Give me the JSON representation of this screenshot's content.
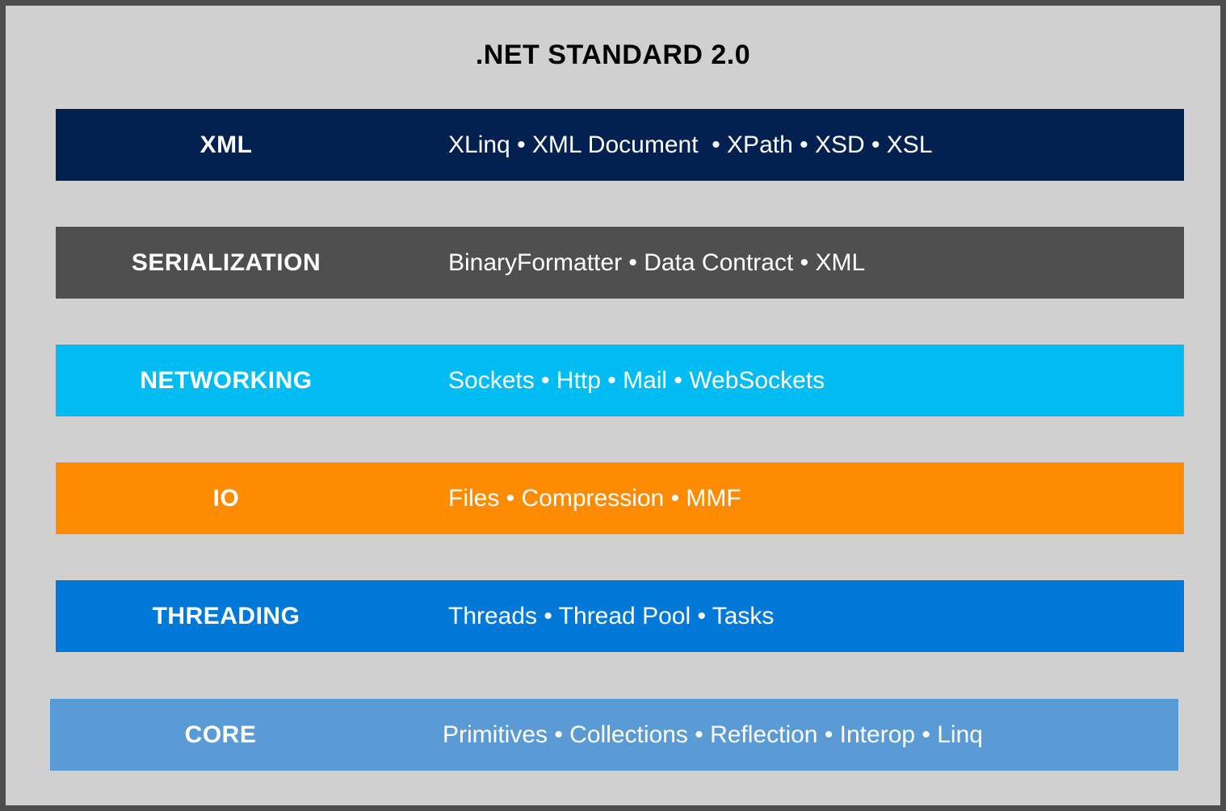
{
  "title": ".NET STANDARD 2.0",
  "colors": {
    "background": "#d0d0d0",
    "border": "#4d4d4d",
    "text_on_bar": "#ffffff",
    "title_text": "#000000"
  },
  "layers": [
    {
      "label": "XML",
      "items": "XLinq • XML Document  • XPath • XSD • XSL",
      "color": "#022150"
    },
    {
      "label": "SERIALIZATION",
      "items": "BinaryFormatter • Data Contract • XML",
      "color": "#4f4f4f"
    },
    {
      "label": "NETWORKING",
      "items": "Sockets • Http • Mail • WebSockets",
      "color": "#00bcf2"
    },
    {
      "label": "IO",
      "items": "Files • Compression • MMF",
      "color": "#ff8c00"
    },
    {
      "label": "THREADING",
      "items": "Threads • Thread Pool • Tasks",
      "color": "#0078d7"
    },
    {
      "label": "CORE",
      "items": "Primitives • Collections • Reflection • Interop • Linq",
      "color": "#5b9bd5"
    }
  ]
}
